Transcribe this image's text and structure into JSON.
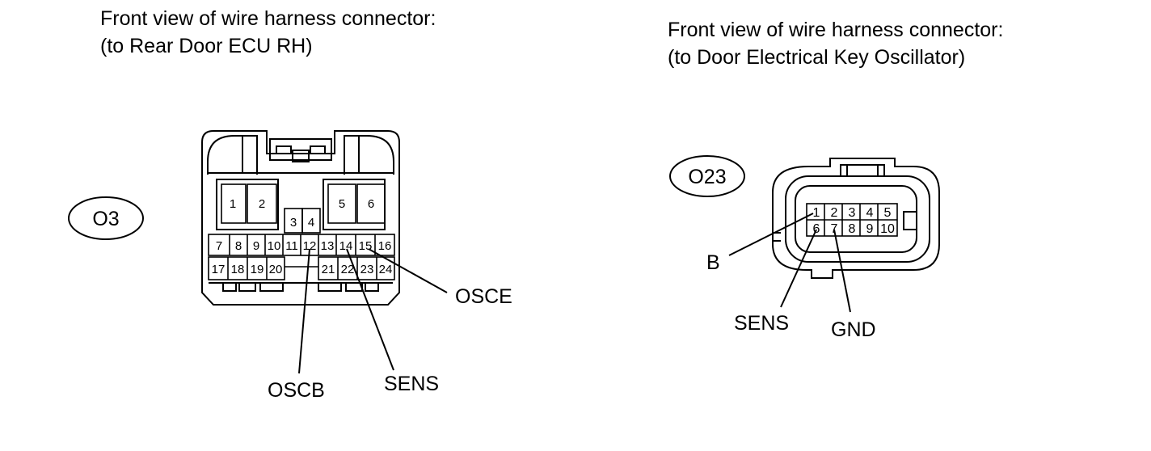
{
  "left_connector": {
    "caption_line1": "Front view of wire harness connector:",
    "caption_line2": "(to Rear Door ECU RH)",
    "id": "O3",
    "pins": [
      "1",
      "2",
      "3",
      "4",
      "5",
      "6",
      "7",
      "8",
      "9",
      "10",
      "11",
      "12",
      "13",
      "14",
      "15",
      "16",
      "17",
      "18",
      "19",
      "20",
      "21",
      "22",
      "23",
      "24"
    ],
    "leads": [
      "OSCE",
      "OSCB",
      "SENS"
    ]
  },
  "right_connector": {
    "caption_line1": "Front view of wire harness connector:",
    "caption_line2": "(to Door Electrical Key Oscillator)",
    "id": "O23",
    "pins": [
      "1",
      "2",
      "3",
      "4",
      "5",
      "6",
      "7",
      "8",
      "9",
      "10"
    ],
    "leads": [
      "B",
      "SENS",
      "GND"
    ]
  }
}
